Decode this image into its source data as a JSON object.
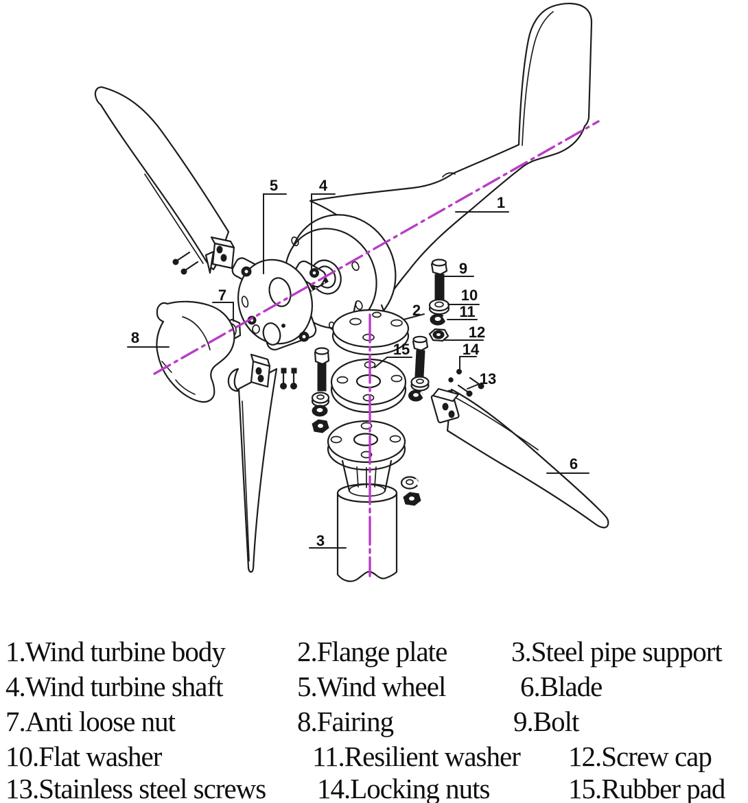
{
  "diagram": {
    "subject": "Wind turbine exploded assembly drawing",
    "callouts": [
      "1",
      "2",
      "3",
      "4",
      "5",
      "6",
      "7",
      "8",
      "9",
      "10",
      "11",
      "12",
      "13",
      "14",
      "15"
    ]
  },
  "legend": {
    "items": [
      "1.Wind turbine body",
      "2.Flange plate",
      "3.Steel pipe support",
      "4.Wind turbine shaft",
      "5.Wind wheel",
      "6.Blade",
      "7.Anti loose nut",
      "8.Fairing",
      "9.Bolt",
      "10.Flat washer",
      "11.Resilient washer",
      "12.Screw cap",
      "13.Stainless steel screws",
      "14.Locking nuts",
      "15.Rubber pad"
    ]
  },
  "colors": {
    "ink": "#1c1c1c",
    "centerline": "#b93cc6",
    "background": "#ffffff"
  }
}
